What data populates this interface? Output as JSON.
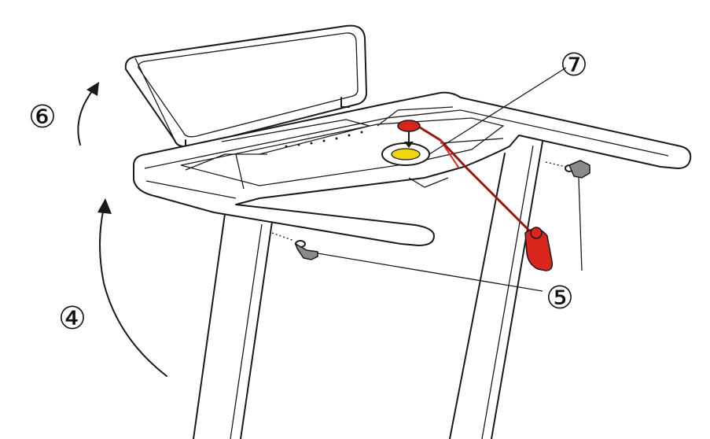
{
  "callouts": {
    "step_4": "④",
    "step_5": "⑤",
    "step_6": "⑥",
    "step_7": "⑦"
  },
  "colors": {
    "line": "#1a1a1a",
    "safety_key": "#d9261c",
    "safety_key_dark": "#9e1510",
    "key_slot": "#f2d60b",
    "knob_fill": "#8a8a8a",
    "background": "#ffffff"
  },
  "icons": {
    "rotate_up_arrow": "curved-arrow-icon",
    "fold_console_arrow": "curved-arrow-icon",
    "safety_key": "safety-key-icon",
    "knob_bolt": "knob-bolt-icon"
  }
}
